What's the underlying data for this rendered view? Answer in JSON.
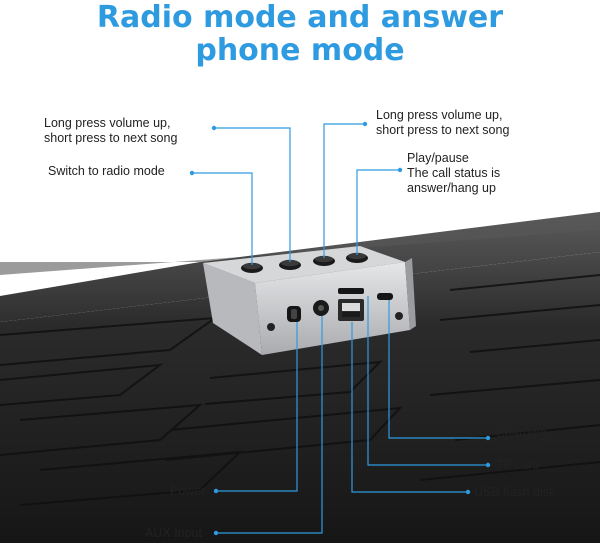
{
  "title": {
    "line1": "Radio mode and answer",
    "line2": "phone mode"
  },
  "labels": {
    "vol_up_left": [
      "Long press volume up,",
      "short press to next song"
    ],
    "radio_mode": "Switch to radio mode",
    "vol_up_right": [
      "Long press volume up,",
      "short press to next song"
    ],
    "play_pause": [
      "Play/pause",
      "The call status is",
      "answer/hang up"
    ],
    "charging": [
      "Charging",
      "interface"
    ],
    "tf_card": "TF card",
    "usb": "USB flash disk",
    "power": "Power",
    "aux": "AUX Input"
  },
  "colors": {
    "title": "#2e9be0",
    "leader": "#2e9be0",
    "dot": "#2e9be0",
    "body": "#2a2a2a",
    "panel": "#c9cacc"
  }
}
